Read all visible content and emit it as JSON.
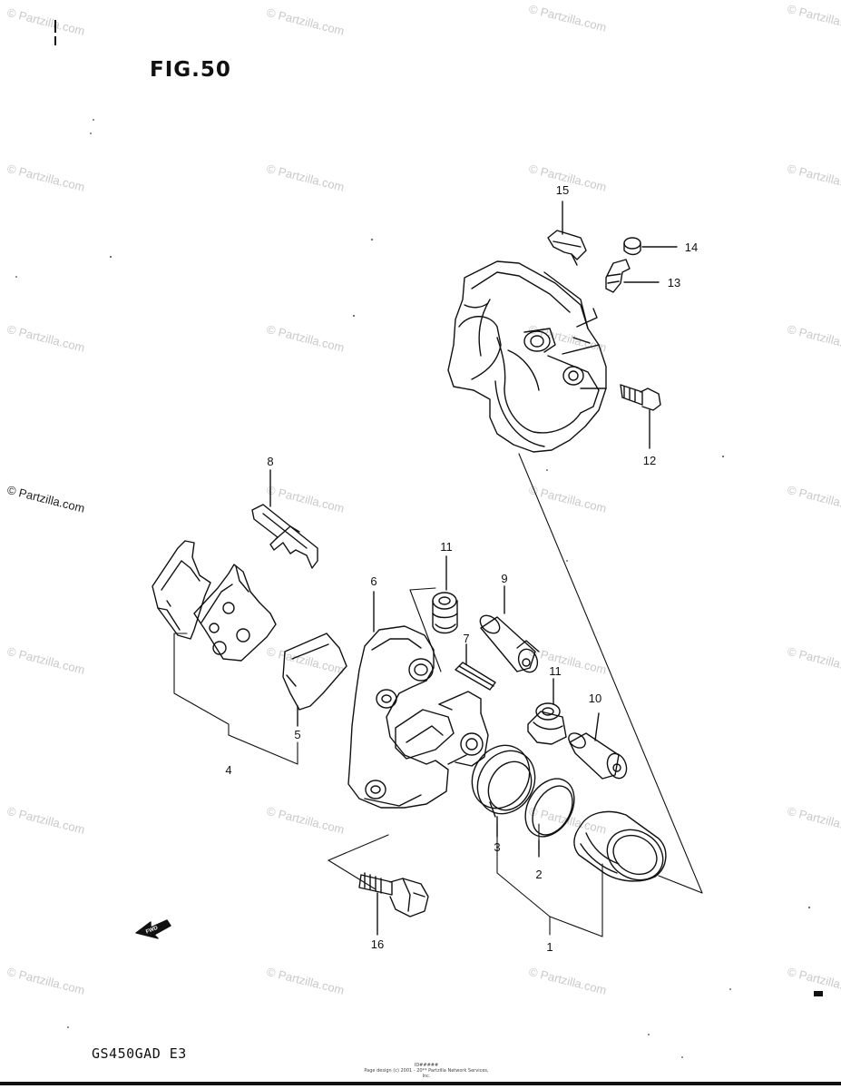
{
  "figure": {
    "title": "FIG.50",
    "model_code": "GS450GAD  E3",
    "footer_id": "ID#####",
    "footer_copyright": "Page design (c) 2001 - 20** Partzilla Network Services, Inc."
  },
  "watermark": {
    "text": "© Partzilla.com"
  },
  "fwd_label": "FWD",
  "callouts": {
    "c1": "1",
    "c2": "2",
    "c3": "3",
    "c4": "4",
    "c5": "5",
    "c6": "6",
    "c7": "7",
    "c8": "8",
    "c9": "9",
    "c10": "10",
    "c11a": "11",
    "c11b": "11",
    "c12": "12",
    "c13": "13",
    "c14": "14",
    "c15": "15",
    "c16": "16"
  }
}
